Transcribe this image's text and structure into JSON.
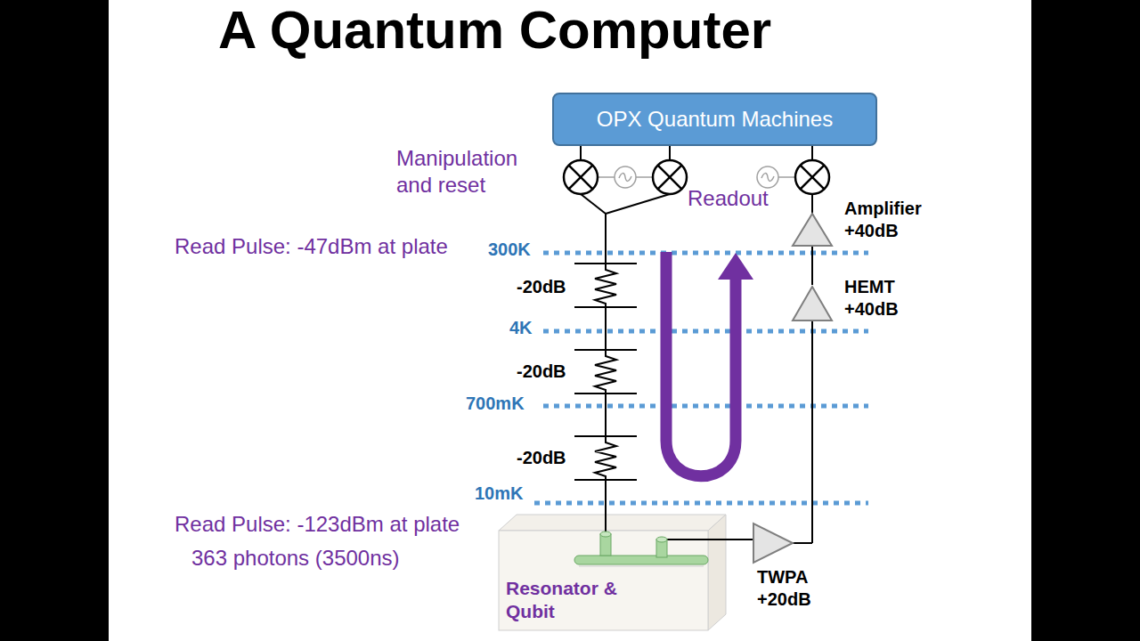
{
  "diagram": {
    "title": "A Quantum Computer",
    "nodes": [
      {
        "text": [
          "OPX Quantum Machines"
        ]
      }
    ],
    "labels": [
      "Manipulation and reset",
      "Readout",
      "Read Pulse: -47dBm at plate",
      "300K",
      "-20dB",
      "4K",
      "-20dB",
      "700mK",
      "-20dB",
      "10mK",
      "Amplifier +40dB",
      "HEMT +40dB",
      "Read Pulse: -123dBm at plate",
      "363 photons (3500ns)",
      "Resonator & Qubit",
      "TWPA +20dB"
    ]
  }
}
